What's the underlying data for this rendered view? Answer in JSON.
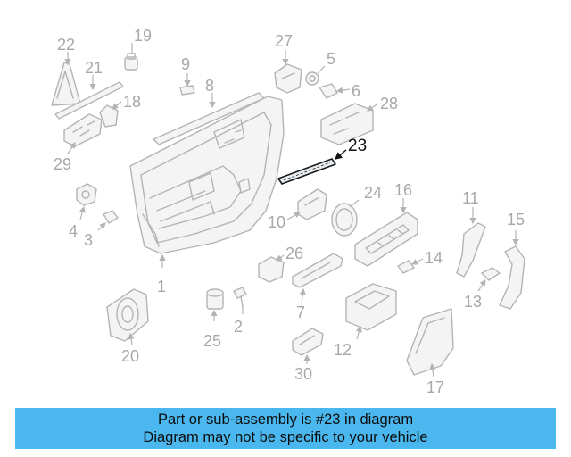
{
  "diagram": {
    "callouts": {
      "c1": "1",
      "c2": "2",
      "c3": "3",
      "c4": "4",
      "c5": "5",
      "c6": "6",
      "c7": "7",
      "c8": "8",
      "c9": "9",
      "c10": "10",
      "c11": "11",
      "c12": "12",
      "c13": "13",
      "c14": "14",
      "c15": "15",
      "c16": "16",
      "c17": "17",
      "c18": "18",
      "c19": "19",
      "c20": "20",
      "c21": "21",
      "c22": "22",
      "c23": "23",
      "c24": "24",
      "c25": "25",
      "c26": "26",
      "c27": "27",
      "c28": "28",
      "c29": "29",
      "c30": "30"
    },
    "highlighted_part": "23",
    "colors": {
      "part_stroke": "#b4b4b4",
      "highlight_stroke": "#1a1a1a",
      "banner": "#4ab7ee"
    }
  },
  "banner": {
    "line1": "Part or sub-assembly is #23 in diagram",
    "line2": "Diagram may not be specific to your vehicle"
  }
}
